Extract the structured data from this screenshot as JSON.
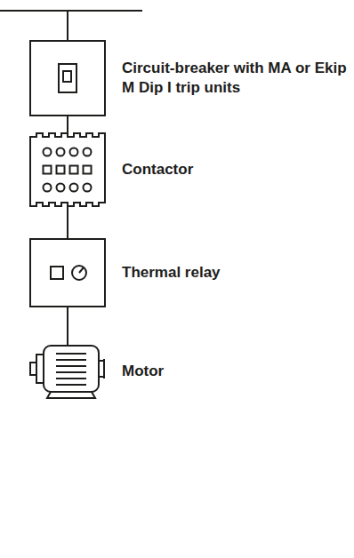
{
  "diagram": {
    "nodes": [
      {
        "text": [
          "Circuit-breaker with MA or Ekip M Dip I trip units"
        ]
      },
      {
        "text": [
          "Contactor"
        ]
      },
      {
        "text": [
          "Thermal relay"
        ]
      },
      {
        "text": [
          "Motor"
        ]
      }
    ],
    "edges": [
      {
        "from": 0,
        "to": 1,
        "arrow": "none"
      },
      {
        "from": 1,
        "to": 2,
        "arrow": "none"
      },
      {
        "from": 2,
        "to": 3,
        "arrow": "none"
      }
    ]
  }
}
